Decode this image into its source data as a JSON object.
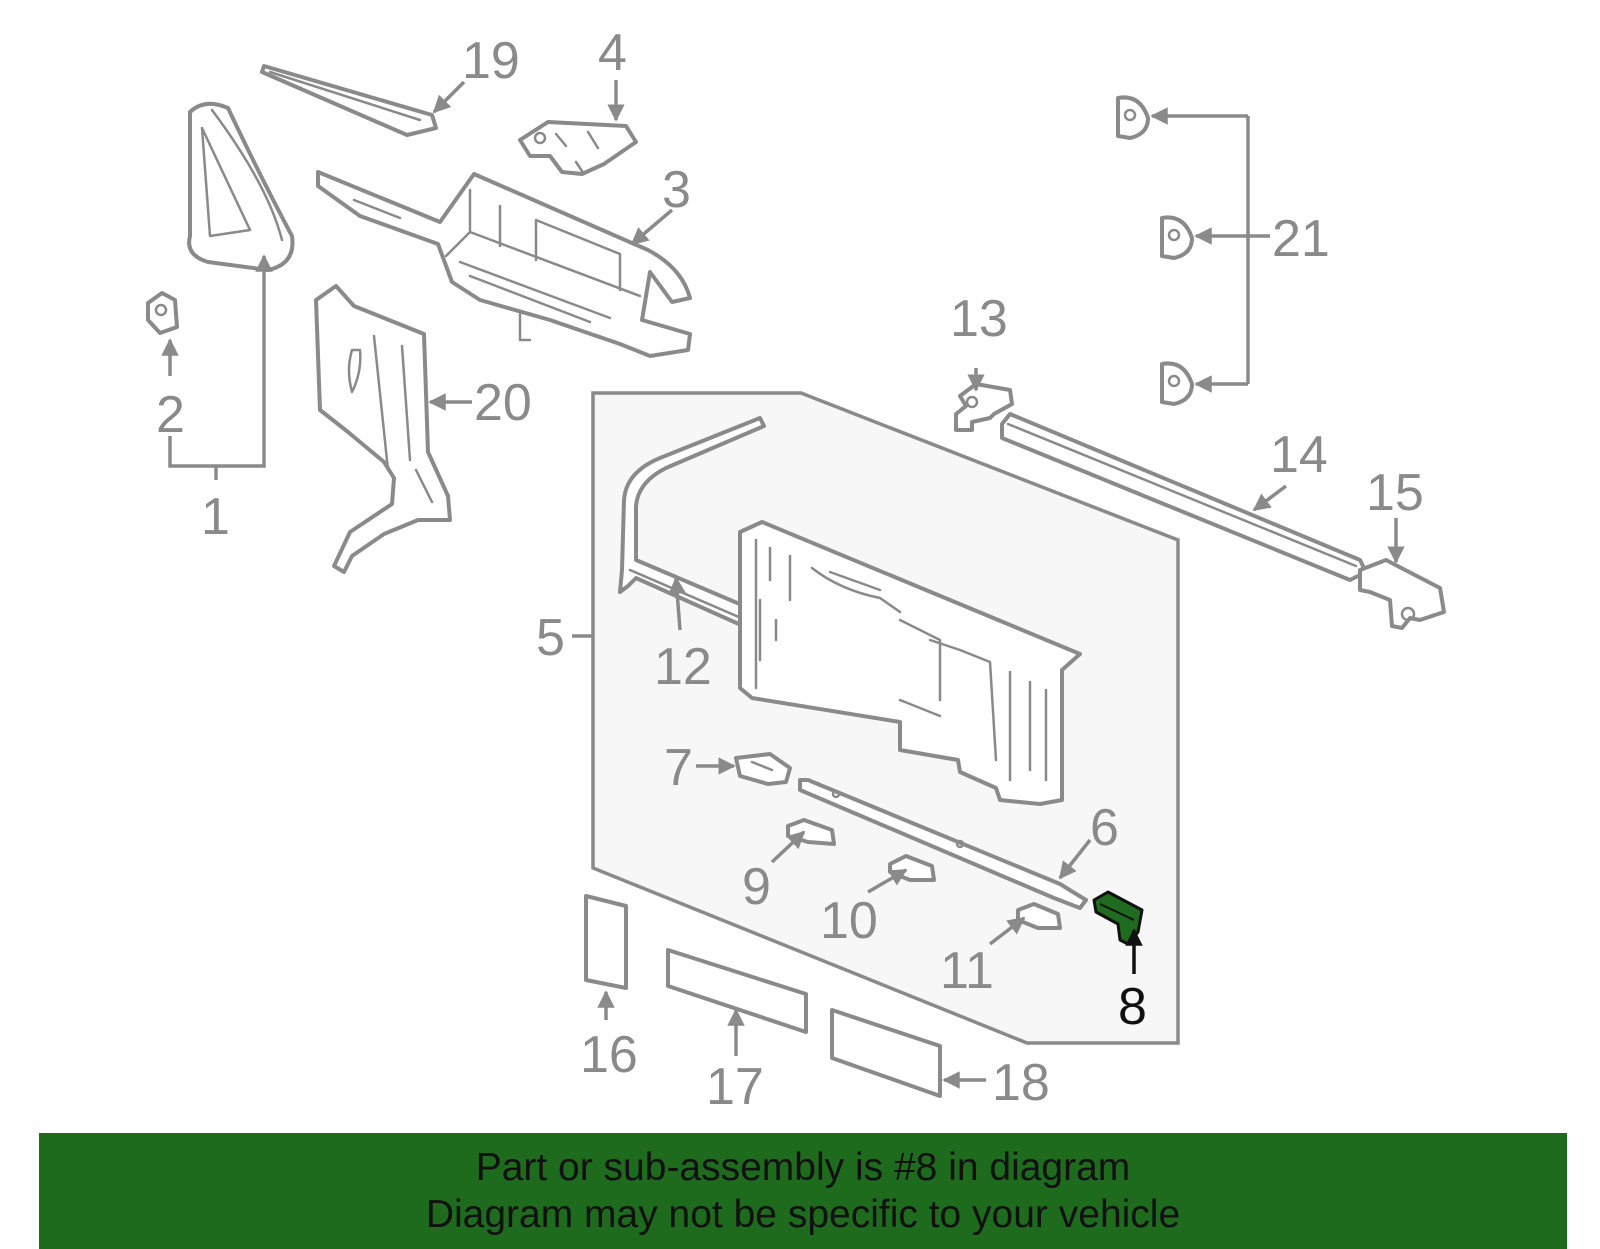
{
  "diagram": {
    "callouts": {
      "c1": "1",
      "c2": "2",
      "c3": "3",
      "c4": "4",
      "c5": "5",
      "c6": "6",
      "c7": "7",
      "c8": "8",
      "c9": "9",
      "c10": "10",
      "c11": "11",
      "c12": "12",
      "c13": "13",
      "c14": "14",
      "c15": "15",
      "c16": "16",
      "c17": "17",
      "c18": "18",
      "c19": "19",
      "c20": "20",
      "c21": "21"
    },
    "highlighted_part": "8"
  },
  "banner": {
    "line1": "Part or sub-assembly is #8 in diagram",
    "line2": "Diagram may not be specific to your vehicle"
  },
  "colors": {
    "line_gray": "#8a8a8a",
    "highlight_part": "#1f6b1f",
    "banner_bg": "#1e6b1e",
    "panel_bg": "#f7f7f7",
    "text_dark": "#111111"
  }
}
